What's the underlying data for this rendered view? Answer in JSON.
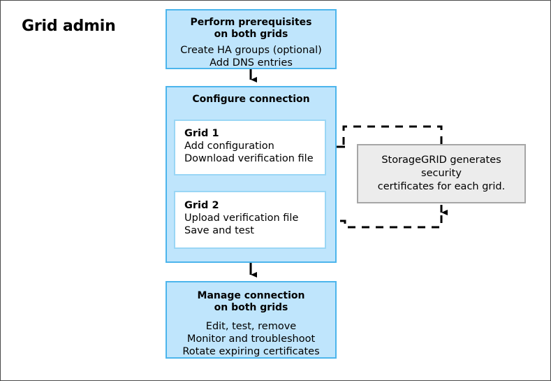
{
  "diagram": {
    "role_label": "Grid admin",
    "colors": {
      "box_fill": "#bfe5fc",
      "box_border": "#4cb5ec",
      "inner_fill": "#ffffff",
      "inner_border": "#9ad6f5",
      "note_fill": "#ececec",
      "note_border": "#a6a6a6",
      "connector": "#000000",
      "page_border": "#4a4a4a"
    },
    "prerequisites": {
      "heading_line1": "Perform prerequisites",
      "heading_line2": "on both grids",
      "line1": "Create HA groups (optional)",
      "line2": "Add DNS entries"
    },
    "configure": {
      "heading": "Configure connection",
      "grid1": {
        "title": "Grid 1",
        "line1": "Add configuration",
        "line2": "Download verification file"
      },
      "grid2": {
        "title": "Grid 2",
        "line1": "Upload verification file",
        "line2": "Save and test"
      }
    },
    "manage": {
      "heading_line1": "Manage connection",
      "heading_line2": "on both grids",
      "line1": "Edit, test, remove",
      "line2": "Monitor and troubleshoot",
      "line3": "Rotate expiring certificates"
    },
    "note": {
      "line1": "StorageGRID generates security",
      "line2": "certificates for each grid."
    }
  }
}
